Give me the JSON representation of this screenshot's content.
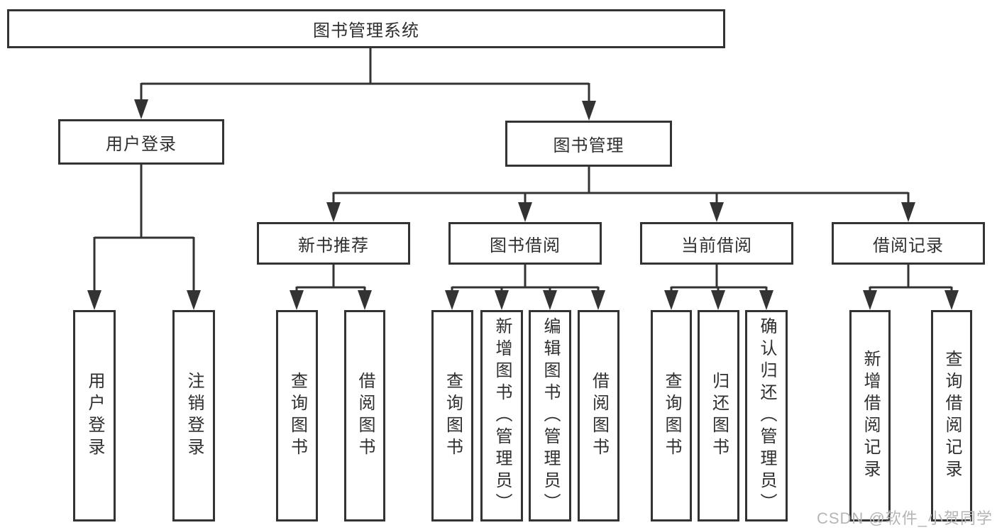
{
  "diagram": {
    "title": "图书管理系统",
    "root": {
      "label": "图书管理系统"
    },
    "level2": {
      "user_login": {
        "label": "用户登录"
      },
      "book_mgmt": {
        "label": "图书管理"
      }
    },
    "level3": {
      "new_books": {
        "label": "新书推荐"
      },
      "book_borrow": {
        "label": "图书借阅"
      },
      "current_borrow": {
        "label": "当前借阅"
      },
      "borrow_records": {
        "label": "借阅记录"
      }
    },
    "leaves": {
      "user_login": "用户登录",
      "logout": "注销登录",
      "nb_query": "查询图书",
      "nb_borrow": "借阅图书",
      "bb_query": "查询图书",
      "bb_add": "新增图书（管理员）",
      "bb_edit": "编辑图书（管理员）",
      "bb_borrow": "借阅图书",
      "cb_query": "查询图书",
      "cb_return": "归还图书",
      "cb_confirm": "确认归还（管理员）",
      "br_add": "新增借阅记录",
      "br_query": "查询借阅记录"
    }
  },
  "watermark": "CSDN @软件_小贺同学",
  "colors": {
    "line": "#333333",
    "text": "#2f2f2f",
    "watermark": "#b5b5b5",
    "background": "#ffffff"
  }
}
